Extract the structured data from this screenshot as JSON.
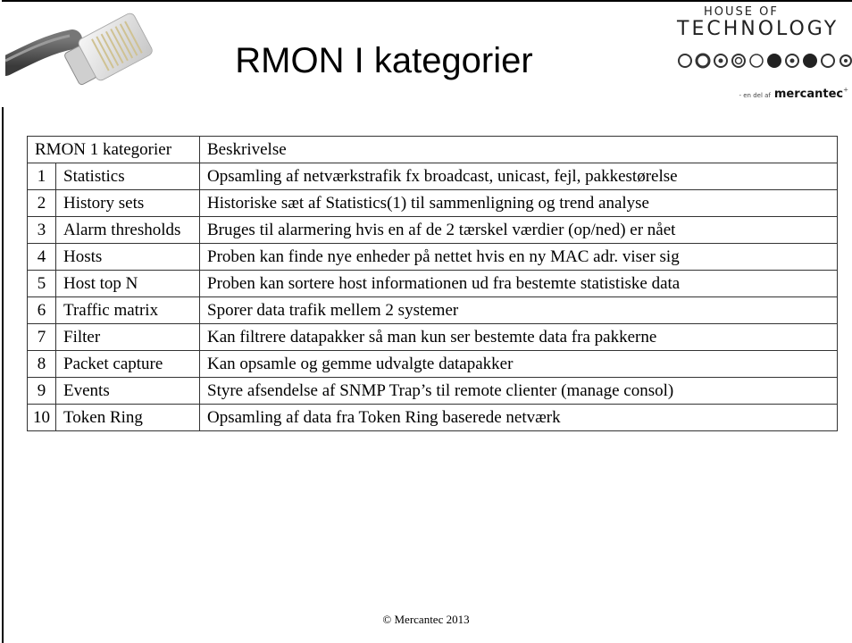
{
  "slide": {
    "title": "RMON I kategorier",
    "footer": "© Mercantec 2013"
  },
  "logo": {
    "line1": "HOUSE OF",
    "line2": "TECHNOLOGY",
    "tagline_small": "- en del af",
    "brand": "mercantec",
    "brand_mark": "+"
  },
  "table": {
    "headers": [
      "RMON 1 kategorier",
      "Beskrivelse"
    ],
    "rows": [
      {
        "num": "1",
        "name": "Statistics",
        "desc": "Opsamling af netværkstrafik fx broadcast, unicast, fejl, pakkestørelse"
      },
      {
        "num": "2",
        "name": "History sets",
        "desc": "Historiske sæt af  Statistics(1) til sammenligning og trend analyse"
      },
      {
        "num": "3",
        "name": "Alarm thresholds",
        "desc": "Bruges til alarmering hvis en af de 2 tærskel værdier (op/ned) er nået"
      },
      {
        "num": "4",
        "name": "Hosts",
        "desc": "Proben kan finde nye enheder på nettet hvis en ny MAC adr. viser sig"
      },
      {
        "num": "5",
        "name": "Host top N",
        "desc": "Proben kan sortere host informationen ud fra bestemte statistiske data"
      },
      {
        "num": "6",
        "name": "Traffic matrix",
        "desc": "Sporer data trafik mellem 2 systemer"
      },
      {
        "num": "7",
        "name": "Filter",
        "desc": "Kan filtrere datapakker så man kun ser bestemte data fra pakkerne"
      },
      {
        "num": "8",
        "name": "Packet capture",
        "desc": "Kan opsamle og gemme udvalgte datapakker"
      },
      {
        "num": "9",
        "name": "Events",
        "desc": "Styre afsendelse af SNMP Trap’s til remote clienter (manage consol)"
      },
      {
        "num": "10",
        "name": "Token Ring",
        "desc": "Opsamling af data fra Token Ring baserede netværk"
      }
    ]
  }
}
